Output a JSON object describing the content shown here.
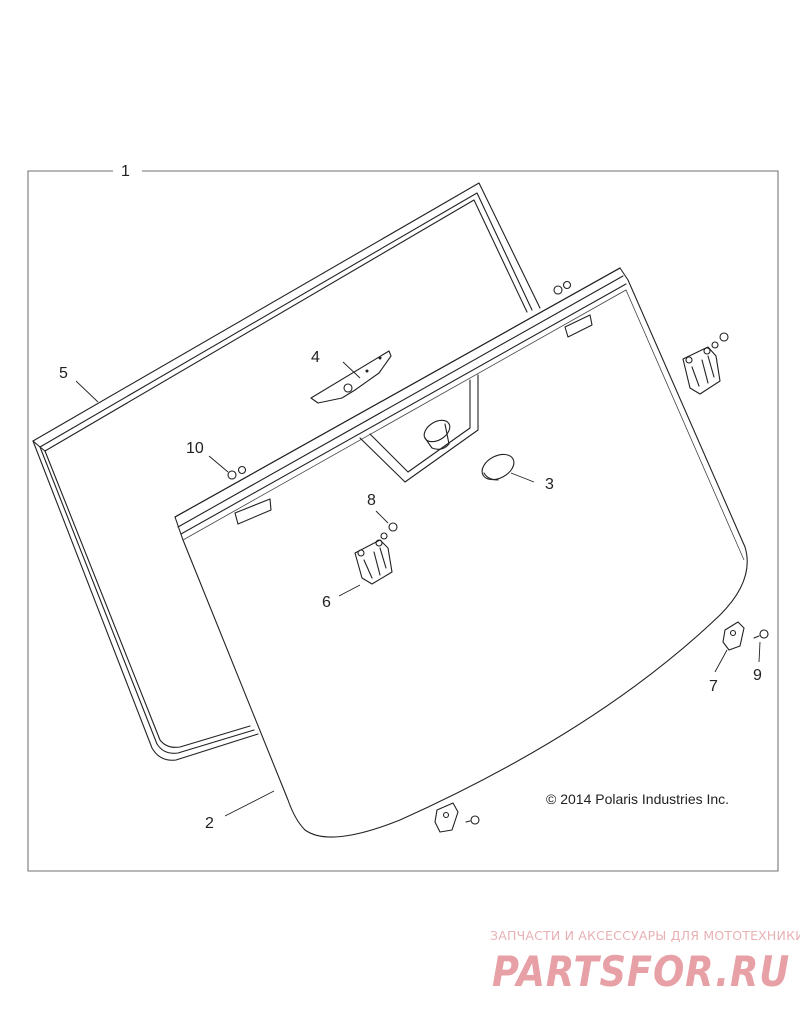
{
  "callouts": {
    "c1": "1",
    "c2": "2",
    "c3": "3",
    "c4": "4",
    "c5": "5",
    "c6": "6",
    "c7": "7",
    "c8": "8",
    "c9": "9",
    "c10": "10"
  },
  "copyright": "© 2014 Polaris Industries Inc.",
  "watermark": {
    "tagline": "ЗАПЧАСТИ И АКСЕССУАРЫ ДЛЯ МОТОТЕХНИКИ",
    "logo": "PARTSFOR.RU",
    "color": "#e7a0a5"
  },
  "colors": {
    "line": "#222222",
    "frame": "#333333",
    "background": "#ffffff"
  }
}
